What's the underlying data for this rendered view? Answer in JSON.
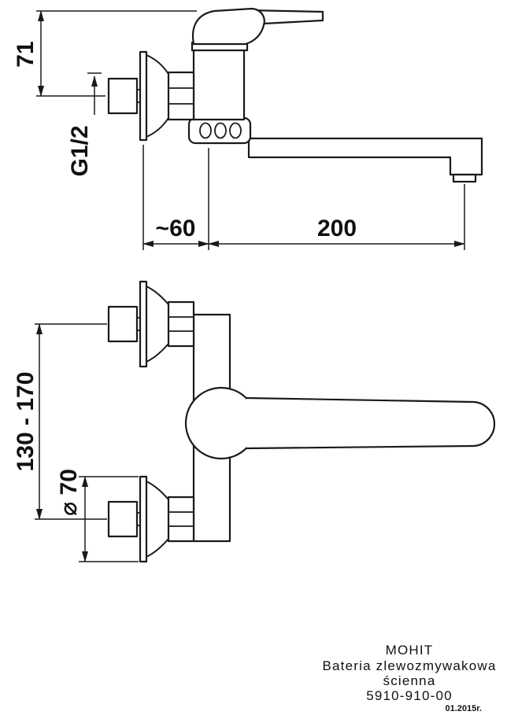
{
  "colors": {
    "background": "#ffffff",
    "line": "#1a1a1a"
  },
  "dimensions": {
    "handle_height": "71",
    "thread_size": "G1/2",
    "wall_to_body": "~60",
    "spout_reach": "200",
    "mount_spacing": "130 - 170",
    "flange_diameter": "⌀ 70"
  },
  "title_block": {
    "brand": "MOHIT",
    "description_line1": "Bateria zlewozmywakowa",
    "description_line2": "ścienna",
    "model": "5910-910-00",
    "date": "01.2015r."
  }
}
